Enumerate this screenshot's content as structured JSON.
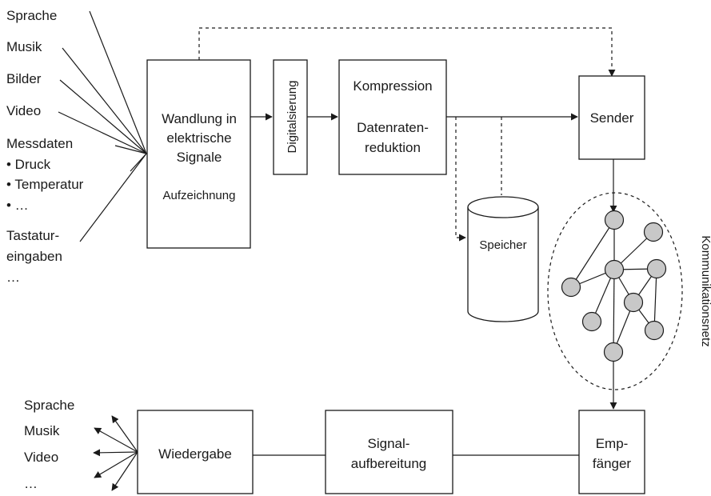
{
  "inputs": {
    "sprache": "Sprache",
    "musik": "Musik",
    "bilder": "Bilder",
    "video": "Video",
    "messdaten": "Messdaten",
    "druck": "• Druck",
    "temperatur": "• Temperatur",
    "dots": "• …",
    "tastatur_1": "Tastatur-",
    "tastatur_2": "eingaben",
    "ellipsis": "…"
  },
  "wandlung": {
    "line1": "Wandlung in",
    "line2": "elektrische",
    "line3": "Signale",
    "line4": "Aufzeichnung"
  },
  "digitalisierung": "Digitalsierung",
  "kompression": {
    "line1": "Kompression",
    "line2": "Datenraten-",
    "line3": "reduktion"
  },
  "speicher": "Speicher",
  "sender": "Sender",
  "netz_label": "Kommunikationsnetz",
  "empfaenger": {
    "line1": "Emp-",
    "line2": "fänger"
  },
  "signalaufbereitung": {
    "line1": "Signal-",
    "line2": "aufbereitung"
  },
  "wiedergabe": "Wiedergabe",
  "outputs": {
    "sprache": "Sprache",
    "musik": "Musik",
    "video": "Video",
    "ellipsis": "…"
  },
  "colors": {
    "stroke": "#1a1a1a",
    "node_fill": "#c8c8c8"
  }
}
